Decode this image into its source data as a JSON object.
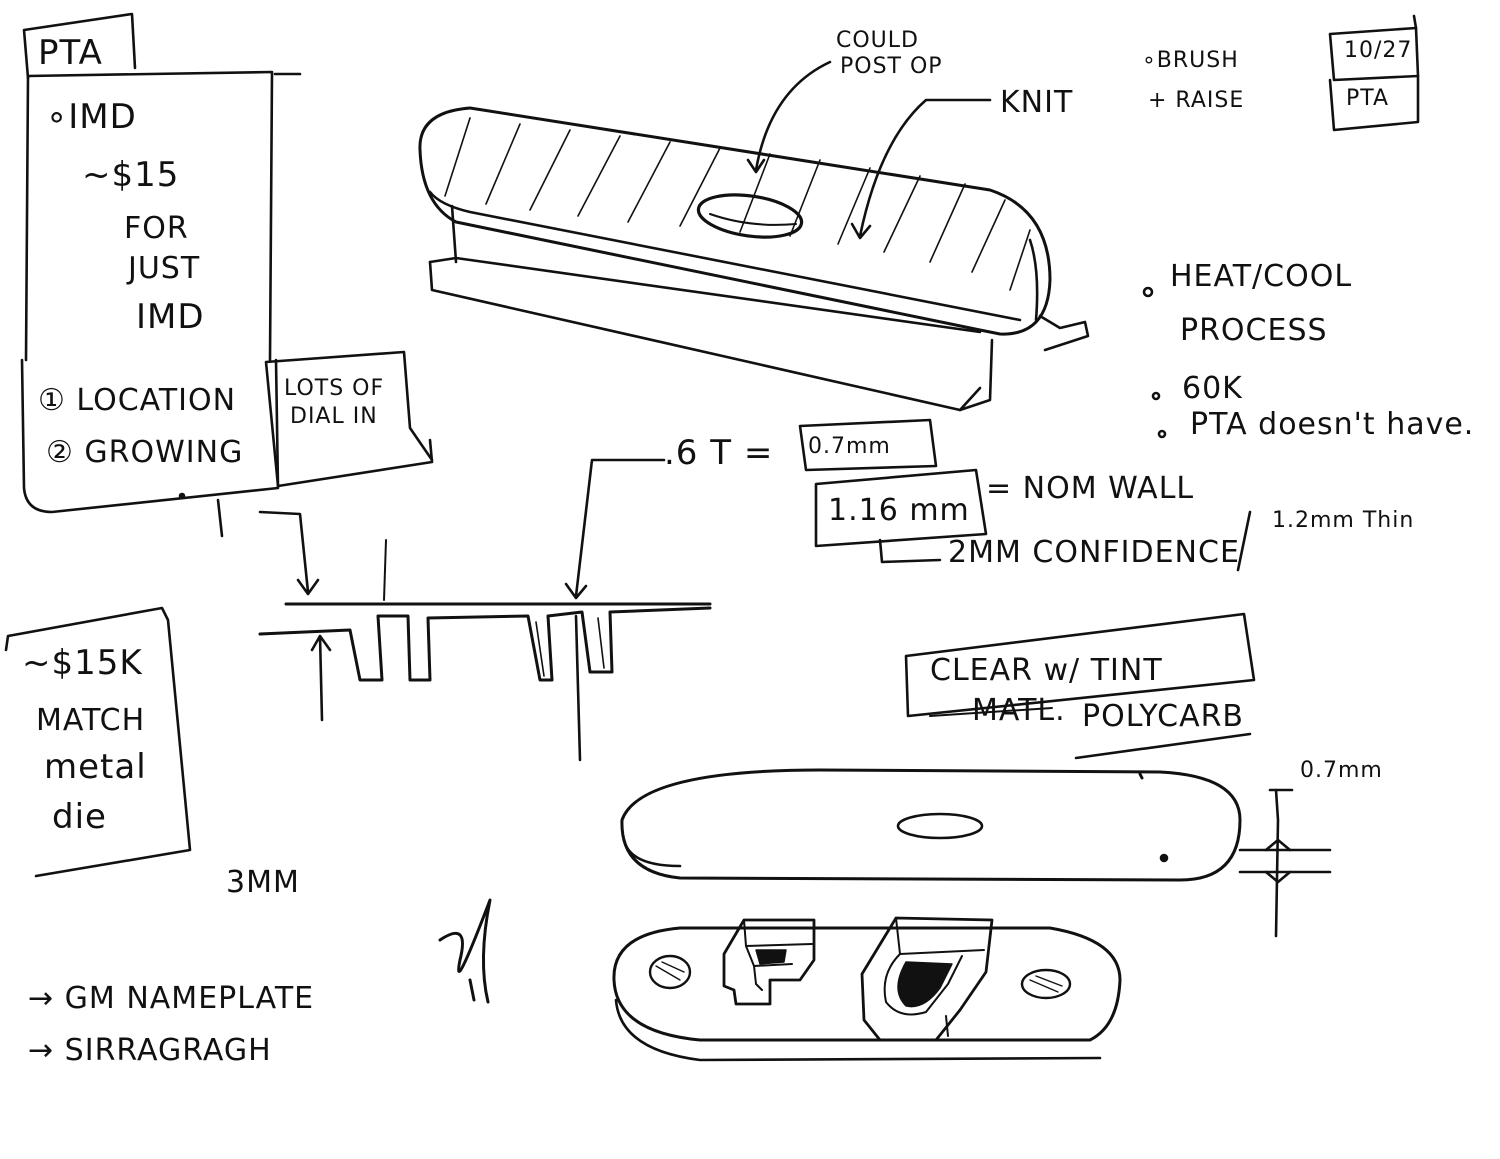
{
  "ink_color": "#111111",
  "paper_color": "#ffffff",
  "top_left": {
    "tag": "PTA",
    "items": [
      "∘IMD",
      "~$15",
      "FOR",
      "JUST",
      "IMD"
    ],
    "list": [
      "① LOCATION",
      "② GROWING"
    ],
    "side_note": [
      "LOTS OF",
      "DIAL IN"
    ]
  },
  "left_mid": {
    "items": [
      "~$15K",
      "MATCH",
      "metal",
      "die"
    ],
    "dimension": "3MM"
  },
  "bottom_left": {
    "arrow_items": [
      "→ GM NAMEPLATE",
      "→ SIRRAGRAGH"
    ]
  },
  "top_annotations": {
    "could_post_op": [
      "COULD",
      "POST OP"
    ],
    "knit": "KNIT",
    "brush": [
      "∘BRUSH",
      "+ RAISE"
    ],
    "date": "10/27",
    "date_tag": "PTA"
  },
  "right_notes": {
    "heat_cool": [
      "HEAT/COOL",
      "PROCESS"
    ],
    "cost": "60K",
    "pta_note": "PTA doesn't have."
  },
  "wall_spec": {
    "thickness_eq": ".6 T =",
    "thickness_val": "0.7mm",
    "nom_val": "1.16 mm",
    "nom_label": "= NOM WALL",
    "confidence": "2MM CONFIDENCE",
    "thin": "1.2mm Thin"
  },
  "material": {
    "line1": "CLEAR w/ TINT",
    "line2": "MATL.",
    "line2_value": "POLYCARB"
  },
  "lower_sketch": {
    "dimension": "0.7mm"
  }
}
